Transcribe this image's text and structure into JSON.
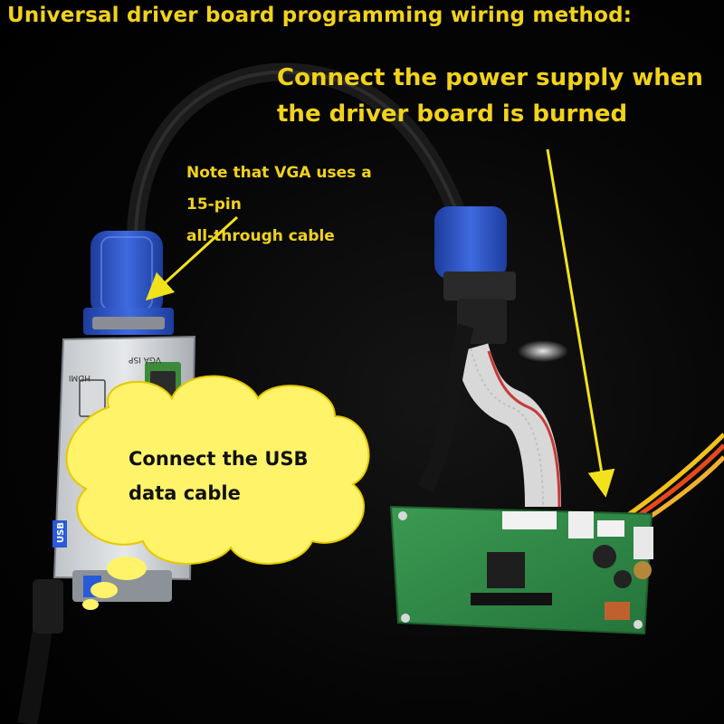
{
  "title": "Universal driver board programming wiring method:",
  "power_note": {
    "line1": "Connect the power supply when",
    "line2": "the driver board is burned"
  },
  "vga_note": {
    "line1": "Note that VGA uses a 15-pin",
    "line2": "all-through cable"
  },
  "usb_note": {
    "line1": "Connect the USB",
    "line2": "data cable"
  },
  "programmer_labels": {
    "hdmi": "HDMI",
    "vga_isp": "VGA ISP",
    "usb": "USB"
  },
  "colors": {
    "caption": "#f2d21b",
    "arrow": "#f2e21b",
    "background": "#000000",
    "vga_connector": "#2f57c9",
    "pcb": "#2f8a45",
    "bubble": "#fff36a"
  }
}
